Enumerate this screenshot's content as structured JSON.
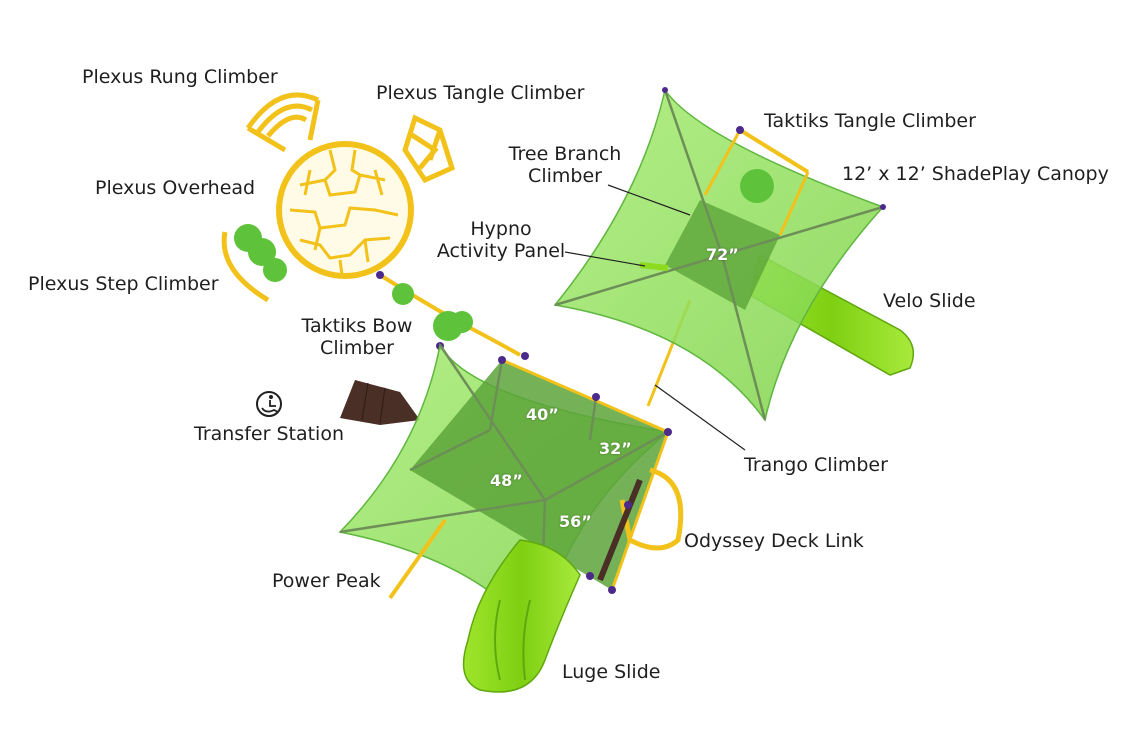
{
  "colors": {
    "canopy": "#8fe05a",
    "canopy_edge": "#4fa838",
    "deck": "#5da53a",
    "frame_yellow": "#f2c21a",
    "slide": "#8ddb1e",
    "slide_dark": "#5fa80f",
    "transfer": "#4a2f26",
    "post_cap": "#4b2a8c",
    "label_text": "#1f1f1f",
    "leader": "#222222"
  },
  "labels": {
    "plexus_rung_climber": "Plexus Rung Climber",
    "plexus_tangle_climber": "Plexus Tangle Climber",
    "plexus_overhead": "Plexus Overhead",
    "plexus_step_climber": "Plexus Step Climber",
    "taktiks_bow_climber": [
      "Taktiks Bow",
      "Climber"
    ],
    "transfer_station": "Transfer Station",
    "power_peak": "Power Peak",
    "luge_slide": "Luge Slide",
    "odyssey_deck_link": "Odyssey Deck Link",
    "trango_climber": "Trango Climber",
    "velo_slide": "Velo Slide",
    "shadeplay_canopy": "12’ x 12’ ShadePlay Canopy",
    "taktiks_tangle_climber": "Taktiks Tangle Climber",
    "tree_branch_climber": [
      "Tree Branch",
      "Climber"
    ],
    "hypno_activity_panel": [
      "Hypno",
      "Activity Panel"
    ]
  },
  "deck_heights": {
    "upper_right": "72”",
    "top": "40”",
    "right": "32”",
    "left": "48”",
    "bottom": "56”"
  },
  "icons": {
    "transfer_station": "accessibility-icon"
  }
}
